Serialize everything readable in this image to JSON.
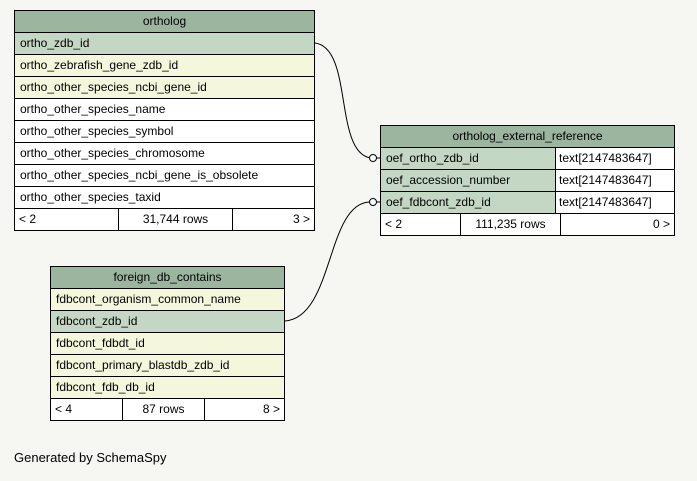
{
  "footer_note": "Generated by SchemaSpy",
  "colors": {
    "canvas_bg": "#f6f6f3",
    "header": "#9bb59f",
    "key_row": "#c4d7c4",
    "index_row": "#f4f7dc",
    "plain_row": "#ffffff",
    "edge": "#000000"
  },
  "tables": [
    {
      "name": "ortholog",
      "columns": [
        {
          "label": "ortho_zdb_id",
          "kind": "key"
        },
        {
          "label": "ortho_zebrafish_gene_zdb_id",
          "kind": "index"
        },
        {
          "label": "ortho_other_species_ncbi_gene_id",
          "kind": "index"
        },
        {
          "label": "ortho_other_species_name",
          "kind": "plain"
        },
        {
          "label": "ortho_other_species_symbol",
          "kind": "plain"
        },
        {
          "label": "ortho_other_species_chromosome",
          "kind": "plain"
        },
        {
          "label": "ortho_other_species_ncbi_gene_is_obsolete",
          "kind": "plain"
        },
        {
          "label": "ortho_other_species_taxid",
          "kind": "plain"
        }
      ],
      "footer": {
        "left": "< 2",
        "center": "31,744 rows",
        "right": "3 >"
      }
    },
    {
      "name": "ortholog_external_reference",
      "columns": [
        {
          "label": "oef_ortho_zdb_id",
          "type": "text[2147483647]",
          "kind": "key"
        },
        {
          "label": "oef_accession_number",
          "type": "text[2147483647]",
          "kind": "key"
        },
        {
          "label": "oef_fdbcont_zdb_id",
          "type": "text[2147483647]",
          "kind": "key"
        }
      ],
      "footer": {
        "left": "< 2",
        "center": "111,235 rows",
        "right": "0 >"
      }
    },
    {
      "name": "foreign_db_contains",
      "columns": [
        {
          "label": "fdbcont_organism_common_name",
          "kind": "index"
        },
        {
          "label": "fdbcont_zdb_id",
          "kind": "key"
        },
        {
          "label": "fdbcont_fdbdt_id",
          "kind": "index"
        },
        {
          "label": "fdbcont_primary_blastdb_zdb_id",
          "kind": "index"
        },
        {
          "label": "fdbcont_fdb_db_id",
          "kind": "index"
        }
      ],
      "footer": {
        "left": "< 4",
        "center": "87 rows",
        "right": "8 >"
      }
    }
  ],
  "connections": [
    {
      "from": "ortholog.ortho_zdb_id",
      "to": "ortholog_external_reference.oef_ortho_zdb_id"
    },
    {
      "from": "foreign_db_contains.fdbcont_zdb_id",
      "to": "ortholog_external_reference.oef_fdbcont_zdb_id"
    }
  ]
}
